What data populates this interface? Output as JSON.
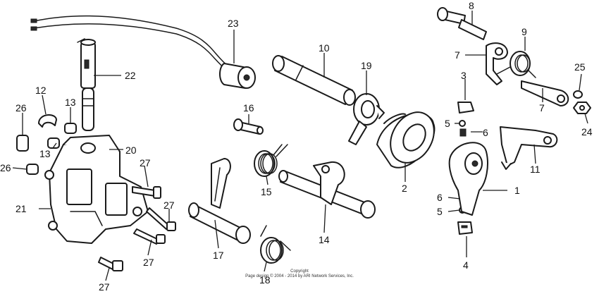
{
  "diagram": {
    "callouts": [
      "1",
      "2",
      "3",
      "4",
      "5",
      "5",
      "6",
      "6",
      "7",
      "7",
      "8",
      "9",
      "10",
      "11",
      "12",
      "13",
      "13",
      "14",
      "15",
      "16",
      "17",
      "18",
      "19",
      "20",
      "21",
      "22",
      "23",
      "24",
      "25",
      "26",
      "26",
      "27",
      "27",
      "27",
      "27"
    ],
    "copyright": {
      "line1": "Copyright",
      "line2": "Page design © 2004 - 2014 by ARI Network Services, Inc."
    }
  }
}
